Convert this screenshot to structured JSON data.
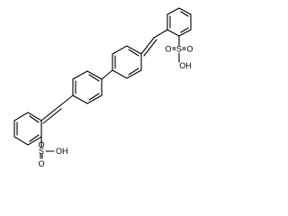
{
  "figure": {
    "type": "chemical-structure",
    "colors": {
      "bond": "#000000",
      "text": "#000000",
      "background": "#ffffff"
    },
    "labels": {
      "top_s": "S",
      "top_o_left": "O",
      "top_o_right": "O",
      "top_oh": "OH",
      "bottom_s": "S",
      "bottom_o_top": "O",
      "bottom_o_bottom": "O",
      "bottom_oh": "OH"
    }
  }
}
